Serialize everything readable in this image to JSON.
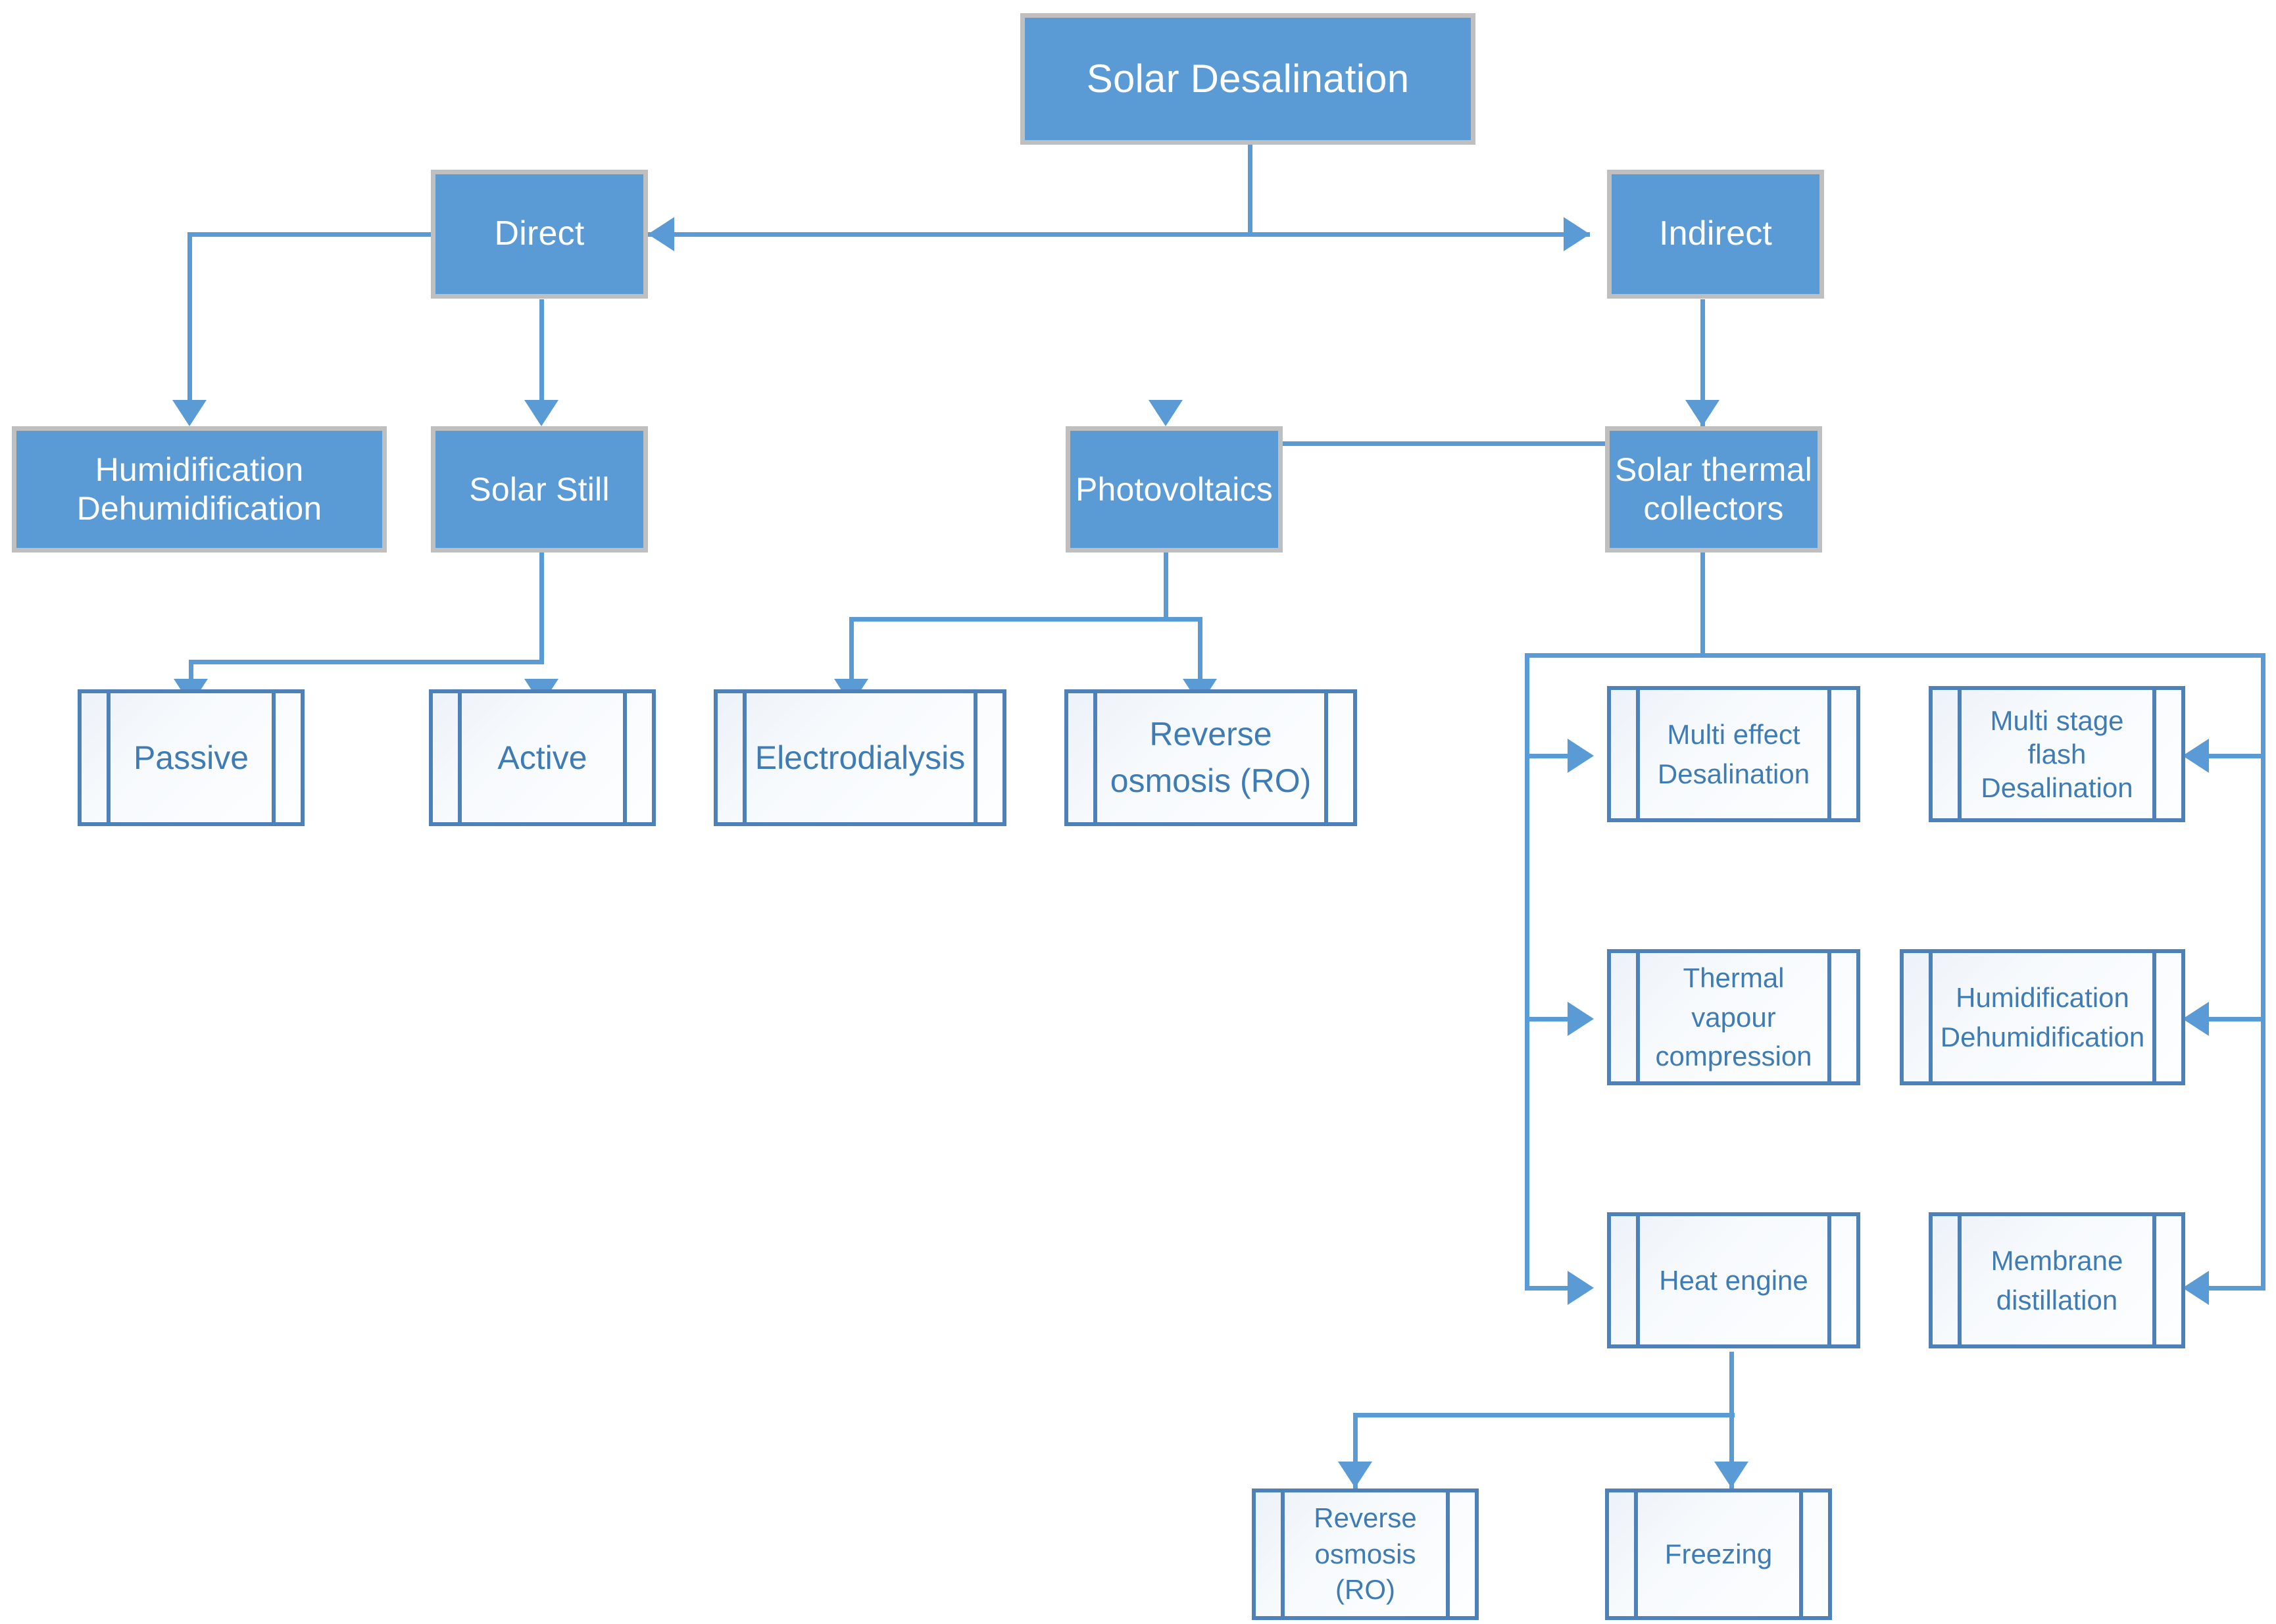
{
  "diagram": {
    "title": "Solar Desalination",
    "type": "hierarchy-flowchart",
    "colors": {
      "box_fill": "#5B9BD5",
      "box_border": "#BFBFBF",
      "box_text": "#FFFFFF",
      "process_border": "#4E81B8",
      "process_fill": "#F7FAFD",
      "process_text": "#3F7CB4",
      "connector": "#5B9BD5",
      "background": "#FFFFFF"
    },
    "nodes": {
      "root": "Solar Desalination",
      "direct": "Direct",
      "indirect": "Indirect",
      "humidification_dehumidification": "Humidification Dehumidification",
      "solar_still": "Solar Still",
      "photovoltaics": "Photovoltaics",
      "solar_thermal_collectors": "Solar thermal collectors",
      "passive": "Passive",
      "active": "Active",
      "electrodialysis": "Electrodialysis",
      "reverse_osmosis_pv": "Reverse osmosis (RO)",
      "multi_effect_desalination": "Multi effect Desalination",
      "multi_stage_flash_desalination": "Multi stage flash Desalination",
      "thermal_vapour_compression": "Thermal vapour compression",
      "humidification_dehumidification_thermal": "Humidification Dehumidification",
      "heat_engine": "Heat engine",
      "membrane_distillation": "Membrane distillation",
      "reverse_osmosis_heat": "Reverse osmosis (RO)",
      "freezing": "Freezing"
    },
    "edges": [
      {
        "from": "Solar Desalination",
        "to": "Direct"
      },
      {
        "from": "Solar Desalination",
        "to": "Indirect"
      },
      {
        "from": "Direct",
        "to": "Humidification Dehumidification"
      },
      {
        "from": "Direct",
        "to": "Solar Still"
      },
      {
        "from": "Indirect",
        "to": "Photovoltaics"
      },
      {
        "from": "Indirect",
        "to": "Solar thermal collectors"
      },
      {
        "from": "Solar Still",
        "to": "Passive"
      },
      {
        "from": "Solar Still",
        "to": "Active"
      },
      {
        "from": "Photovoltaics",
        "to": "Electrodialysis"
      },
      {
        "from": "Photovoltaics",
        "to": "Reverse osmosis (RO)"
      },
      {
        "from": "Solar thermal collectors",
        "to": "Multi effect Desalination"
      },
      {
        "from": "Solar thermal collectors",
        "to": "Thermal vapour compression"
      },
      {
        "from": "Solar thermal collectors",
        "to": "Heat engine"
      },
      {
        "from": "Solar thermal collectors",
        "to": "Multi stage flash Desalination"
      },
      {
        "from": "Solar thermal collectors",
        "to": "Humidification Dehumidification"
      },
      {
        "from": "Solar thermal collectors",
        "to": "Membrane distillation"
      },
      {
        "from": "Heat engine",
        "to": "Reverse osmosis (RO)"
      },
      {
        "from": "Heat engine",
        "to": "Freezing"
      }
    ]
  }
}
